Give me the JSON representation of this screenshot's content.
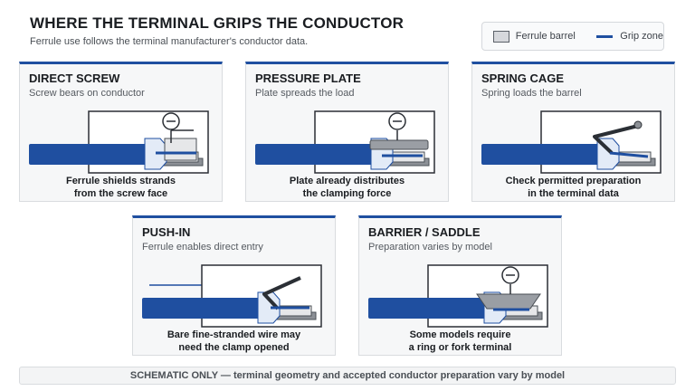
{
  "header": {
    "title": "WHERE THE TERMINAL GRIPS THE CONDUCTOR",
    "subtitle": "Ferrule use follows the terminal manufacturer's conductor data."
  },
  "legend": {
    "ferrule_label": "Ferrule barrel",
    "grip_label": "Grip zone"
  },
  "colors": {
    "accent": "#1f4fa0",
    "conductor": "#1f4fa0",
    "ferrule": "#e3ebf7",
    "terminal_body": "#d6d8dc",
    "grip": "#1f4fa0"
  },
  "panels": [
    {
      "id": "direct-screw",
      "title": "DIRECT SCREW",
      "subtitle": "Screw bears on conductor",
      "caption": [
        "Ferrule shields strands",
        "from the screw face"
      ]
    },
    {
      "id": "pressure-plate",
      "title": "PRESSURE PLATE",
      "subtitle": "Plate spreads the load",
      "caption": [
        "Plate already distributes",
        "the clamping force"
      ]
    },
    {
      "id": "spring-cage",
      "title": "SPRING CAGE",
      "subtitle": "Spring loads the barrel",
      "caption": [
        "Check permitted preparation",
        "in the terminal data"
      ]
    },
    {
      "id": "push-in",
      "title": "PUSH-IN",
      "subtitle": "Ferrule enables direct entry",
      "caption": [
        "Bare fine-stranded wire may",
        "need the clamp opened"
      ]
    },
    {
      "id": "barrier-saddle",
      "title": "BARRIER / SADDLE",
      "subtitle": "Preparation varies by model",
      "caption": [
        "Some models require",
        "a ring or fork terminal"
      ]
    }
  ],
  "footer": {
    "note": "SCHEMATIC ONLY — terminal geometry and accepted conductor preparation vary by model"
  }
}
